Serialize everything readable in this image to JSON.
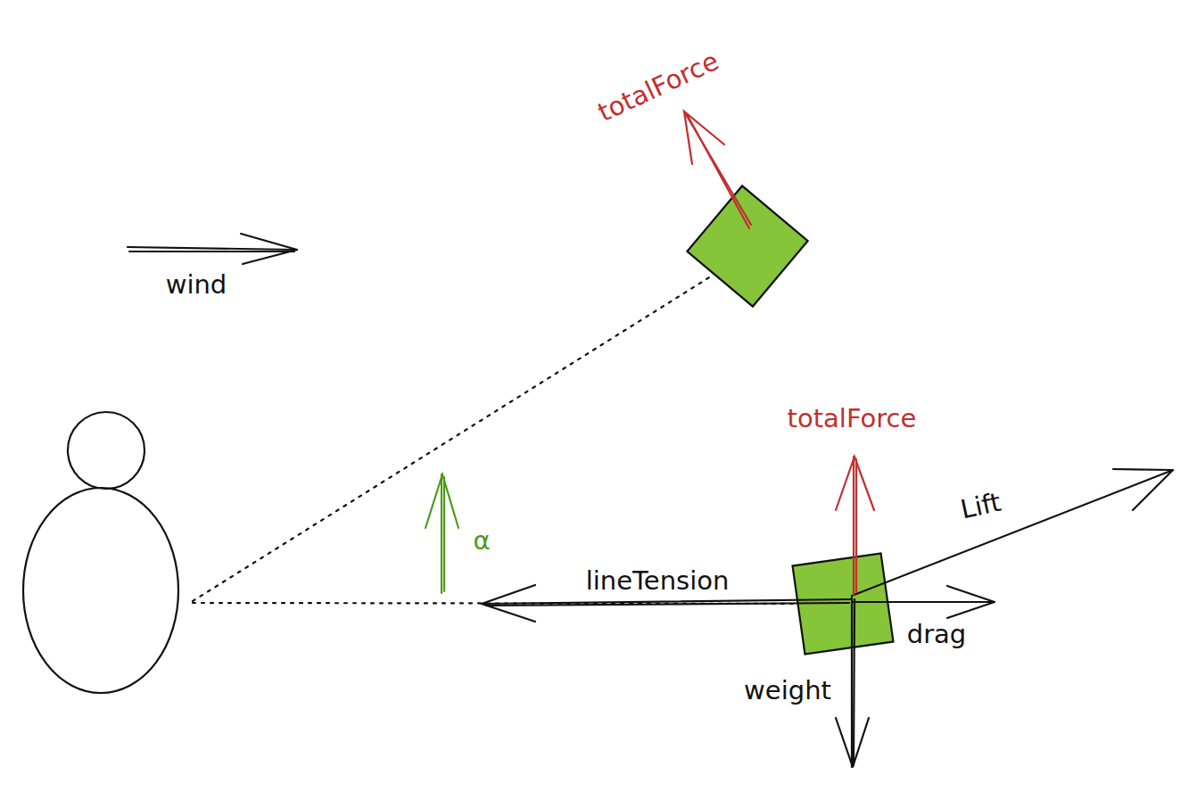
{
  "diagram": {
    "labels": [
      "totalForce",
      "wind",
      "totalForce",
      "Lift",
      "α",
      "lineTension",
      "drag",
      "weight"
    ]
  }
}
